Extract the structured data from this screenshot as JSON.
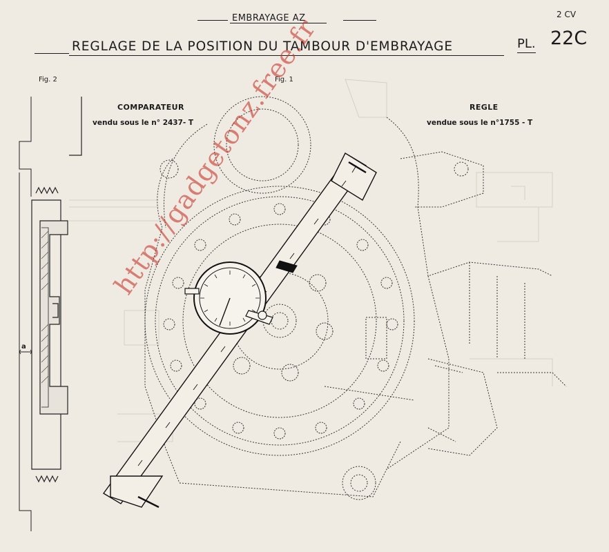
{
  "header": {
    "section_title": "EMBRAYAGE AZ",
    "model": "2 CV",
    "main_title": "REGLAGE DE LA POSITION DU TAMBOUR D'EMBRAYAGE",
    "plate_label": "PL.",
    "plate_number": "22C"
  },
  "figures": {
    "fig2": {
      "label": "Fig. 2",
      "dimension_label": "a"
    },
    "fig1": {
      "label": "Fig. 1",
      "comparateur": {
        "title": "COMPARATEUR",
        "ref": "vendu sous le n° 2437- T"
      },
      "regle": {
        "title": "REGLE",
        "ref": "vendue sous le n°1755 - T"
      }
    }
  },
  "watermark": "http://gadgetonz.free.fr"
}
